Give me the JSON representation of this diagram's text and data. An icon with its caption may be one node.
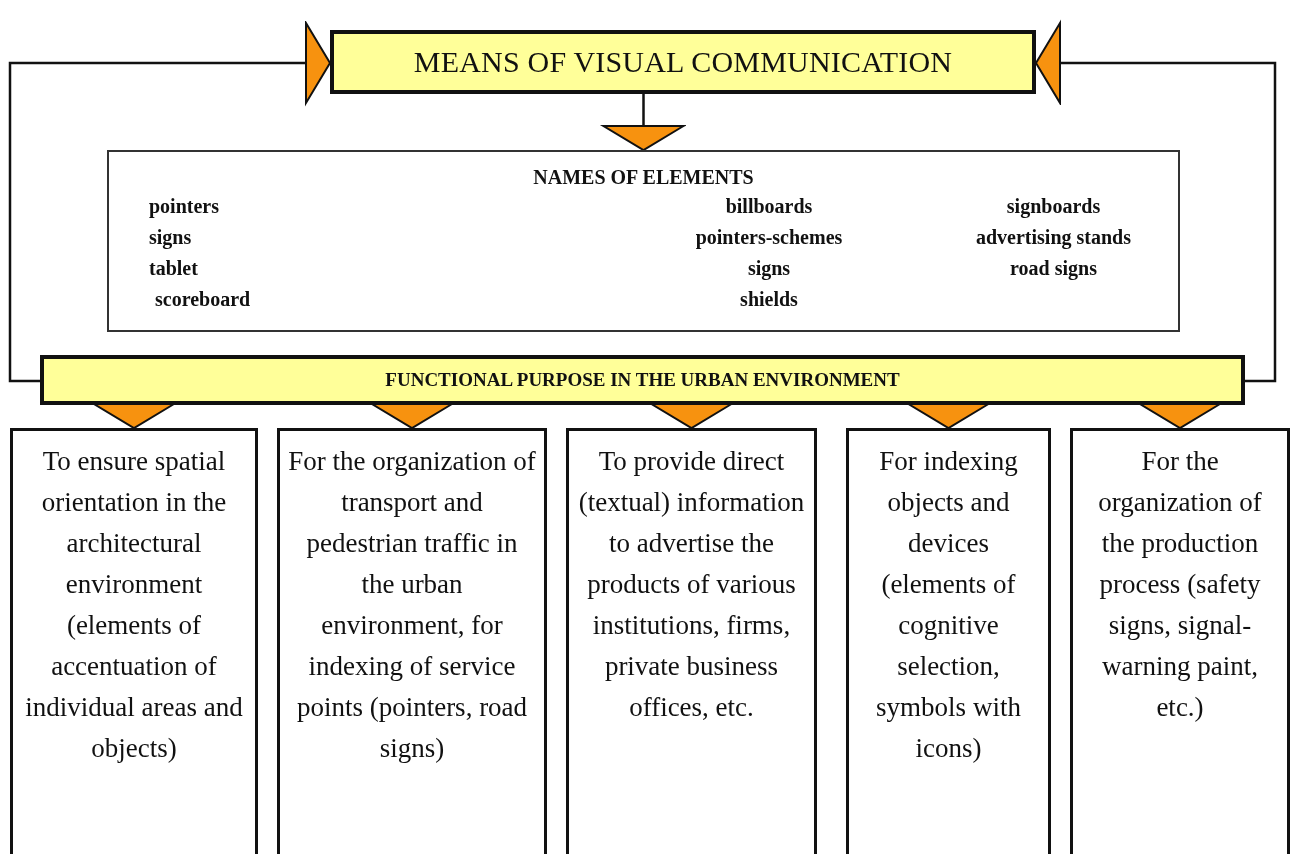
{
  "diagram": {
    "nodes": [
      {
        "text": [
          "MEANS OF VISUAL COMMUNICATION"
        ]
      },
      {
        "text": [
          "NAMES OF ELEMENTS",
          "pointers",
          "billboards",
          "signboards",
          "signs",
          "pointers-schemes",
          "advertising stands",
          "tablet",
          "signs",
          "road signs",
          "scoreboard",
          "shields"
        ]
      },
      {
        "text": [
          "FUNCTIONAL PURPOSE IN THE URBAN ENVIRONMENT"
        ]
      },
      {
        "text": [
          "To ensure spatial orientation in the architectural environment (elements of accentuation of individual areas and objects)"
        ]
      },
      {
        "text": [
          "For the organization of transport and pedestrian traffic in the urban environment, for indexing of service points (pointers, road signs)"
        ]
      },
      {
        "text": [
          "To provide direct (textual) information to advertise the products of various institutions, firms, private business offices, etc."
        ]
      },
      {
        "text": [
          "For indexing objects and devices (elements of cognitive selection, symbols with icons)"
        ]
      },
      {
        "text": [
          "For the organization of the production process (safety signs, signal-warning paint, etc.)"
        ]
      }
    ],
    "edges": [
      {
        "from": 0,
        "to": 1,
        "arrow": "to"
      },
      {
        "from": 2,
        "to": 0,
        "arrow": "to"
      },
      {
        "from": 2,
        "to": 0,
        "arrow": "to"
      },
      {
        "from": 2,
        "to": 3,
        "arrow": "to"
      },
      {
        "from": 2,
        "to": 4,
        "arrow": "to"
      },
      {
        "from": 2,
        "to": 5,
        "arrow": "to"
      },
      {
        "from": 2,
        "to": 6,
        "arrow": "to"
      },
      {
        "from": 2,
        "to": 7,
        "arrow": "to"
      }
    ]
  }
}
